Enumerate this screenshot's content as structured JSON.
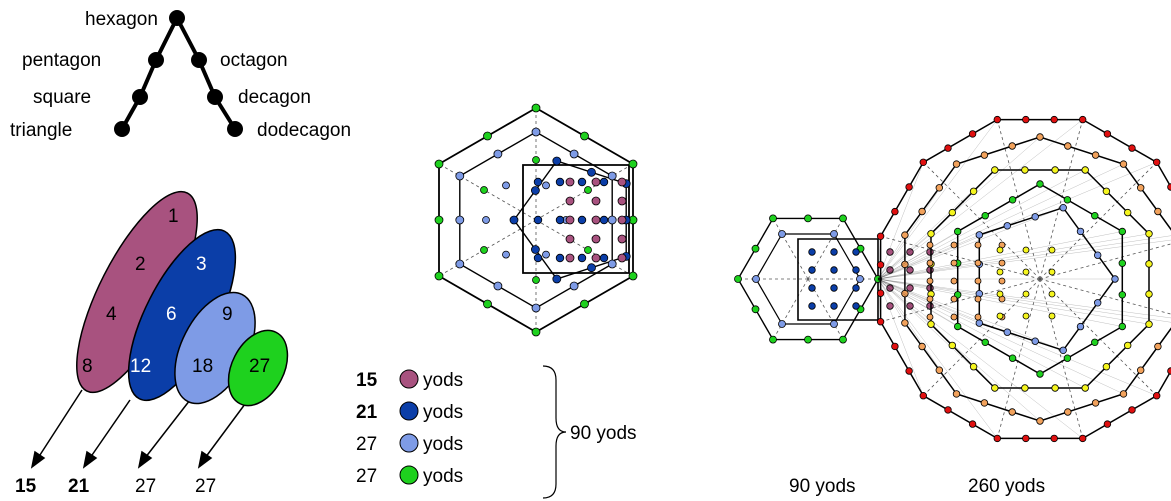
{
  "tree": {
    "top": "hexagon",
    "left": [
      "pentagon",
      "square",
      "triangle"
    ],
    "right": [
      "octagon",
      "decagon",
      "dodecagon"
    ]
  },
  "ellipses": [
    {
      "numbers": [
        "1",
        "2",
        "4",
        "8"
      ],
      "color": "#A8527F"
    },
    {
      "numbers": [
        "3",
        "6",
        "12"
      ],
      "color": "#0B3EA8"
    },
    {
      "numbers": [
        "9",
        "18"
      ],
      "color": "#7E9BE6"
    },
    {
      "numbers": [
        "27"
      ],
      "color": "#1ED11E"
    }
  ],
  "bottom_counts": [
    {
      "value": "15",
      "bold": true
    },
    {
      "value": "21",
      "bold": true
    },
    {
      "value": "27",
      "bold": false
    },
    {
      "value": "27",
      "bold": false
    }
  ],
  "legend": {
    "items": [
      {
        "count": "15",
        "bold": true,
        "label": "yods",
        "color": "#A8527F"
      },
      {
        "count": "21",
        "bold": true,
        "label": "yods",
        "color": "#0B3EA8"
      },
      {
        "count": "27",
        "bold": false,
        "label": "yods",
        "color": "#7E9BE6"
      },
      {
        "count": "27",
        "bold": false,
        "label": "yods",
        "color": "#1ED11E"
      }
    ],
    "total": "90 yods"
  },
  "right_labels": {
    "left": "90 yods",
    "right": "260 yods"
  },
  "colors": {
    "magenta": "#A8527F",
    "blue": "#0B3EA8",
    "light_blue": "#7E9BE6",
    "green": "#1ED11E",
    "red": "#E01010",
    "orange": "#F2A25C",
    "yellow": "#F5F51E"
  }
}
